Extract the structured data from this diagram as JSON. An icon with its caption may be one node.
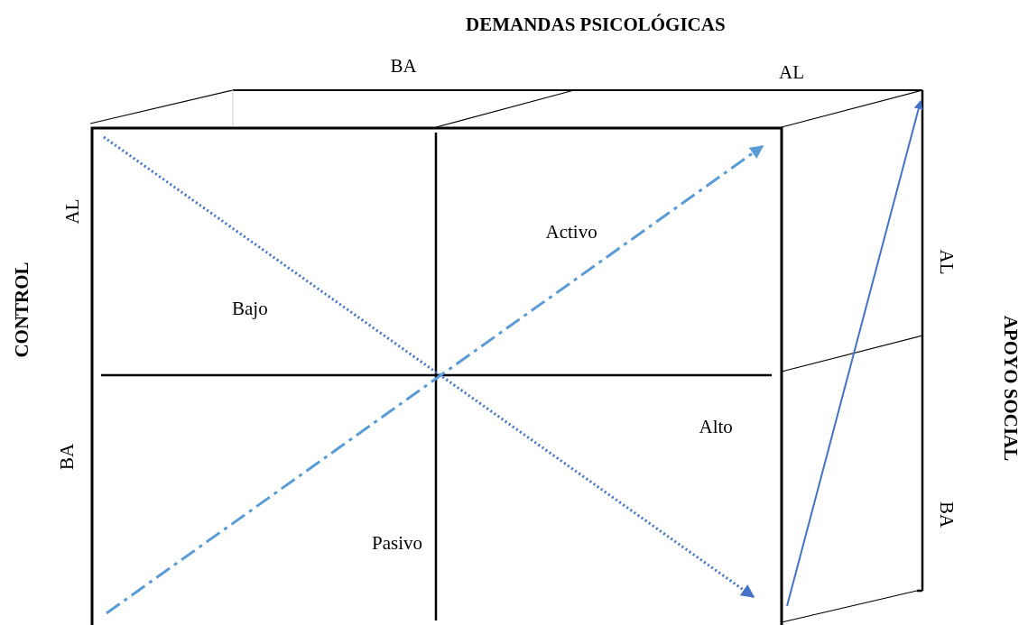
{
  "diagram": {
    "labels": [
      "DEMANDAS PSICOLÓGICAS",
      "BA",
      "AL",
      "AL",
      "Activo",
      "AL",
      "CONTROL",
      "Bajo",
      "APOYO SOCIAL",
      "Alto",
      "BA",
      "BA",
      "Pasivo"
    ]
  }
}
